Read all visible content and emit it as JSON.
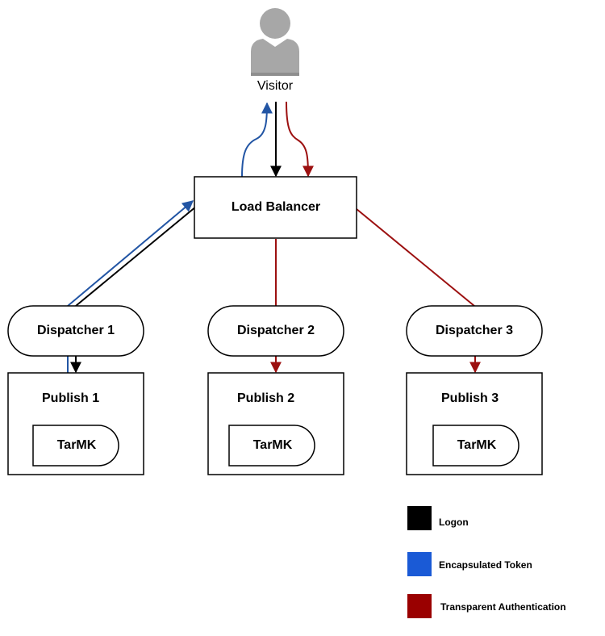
{
  "visitor": {
    "label": "Visitor",
    "icon": "person-icon"
  },
  "load_balancer": {
    "label": "Load Balancer"
  },
  "dispatchers": [
    {
      "label": "Dispatcher 1"
    },
    {
      "label": "Dispatcher 2"
    },
    {
      "label": "Dispatcher 3"
    }
  ],
  "publishers": [
    {
      "label": "Publish 1",
      "store": "TarMK"
    },
    {
      "label": "Publish 2",
      "store": "TarMK"
    },
    {
      "label": "Publish 3",
      "store": "TarMK"
    }
  ],
  "colors": {
    "logon": "#000000",
    "encapsulated_token": "#2255a4",
    "transparent_authentication": "#9c1010",
    "legend_logon": "#000000",
    "legend_encapsulated_token": "#1a5ad6",
    "legend_transparent_authentication": "#9a0000",
    "person": "#a7a7a7"
  },
  "legend": [
    {
      "label": "Logon",
      "color": "#000000"
    },
    {
      "label": "Encapsulated Token",
      "color": "#1a5ad6"
    },
    {
      "label": "Transparent Authentication",
      "color": "#9a0000"
    }
  ]
}
